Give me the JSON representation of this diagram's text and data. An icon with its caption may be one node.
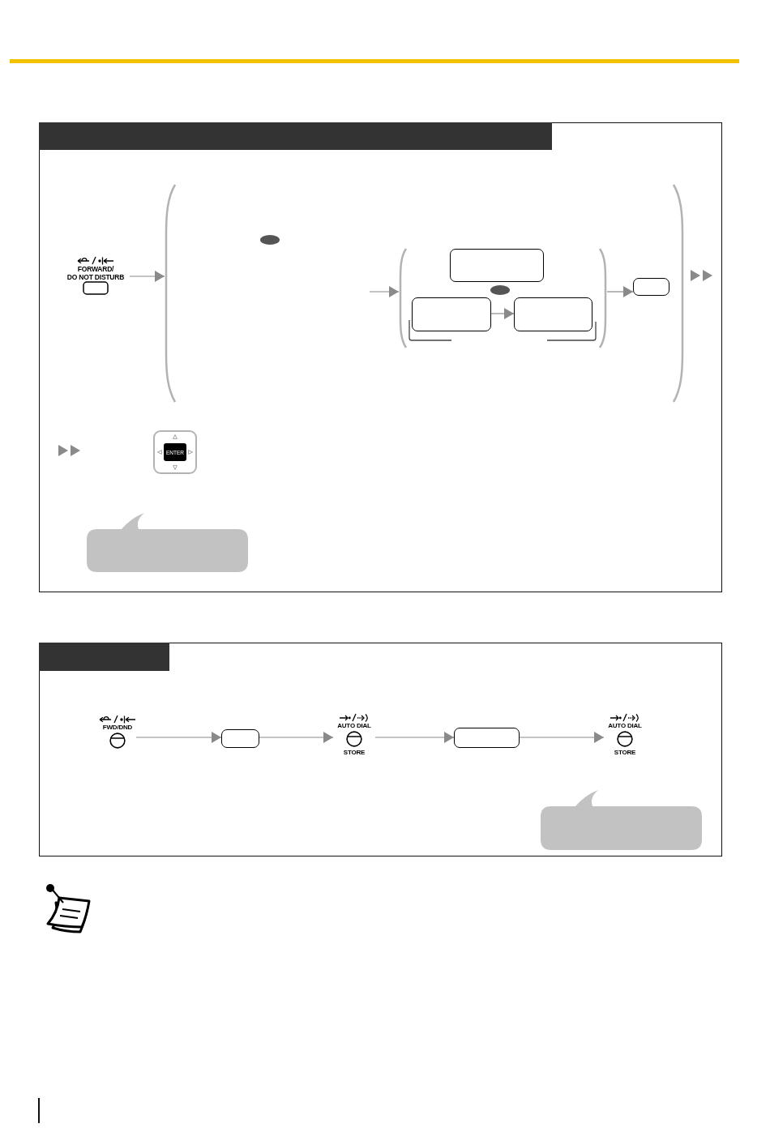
{
  "diagram": {
    "nodes": [
      {
        "text": [
          "FORWARD/ DO NOT DISTURB"
        ]
      },
      {
        "text": [],
        "shape": "bracket"
      },
      {
        "text": [],
        "shape": "bracket",
        "in": 1
      },
      {
        "text": [],
        "shape": "box",
        "in": 2
      },
      {
        "text": [],
        "shape": "box",
        "in": 2
      },
      {
        "text": [],
        "shape": "box",
        "in": 2
      },
      {
        "text": [],
        "shape": "box",
        "in": 1
      },
      {
        "text": [
          "ENTER"
        ]
      },
      {
        "text": [],
        "shape": "callout"
      },
      {
        "text": [
          "FWD/DND"
        ]
      },
      {
        "text": [],
        "shape": "box"
      },
      {
        "text": [
          "AUTO DIAL",
          "STORE"
        ]
      },
      {
        "text": [],
        "shape": "box"
      },
      {
        "text": [
          "AUTO DIAL",
          "STORE"
        ]
      },
      {
        "text": [],
        "shape": "callout"
      }
    ],
    "edges": [
      {
        "from": 0,
        "to": 1,
        "arrow": "to"
      },
      {
        "from": null,
        "to": 2,
        "arrow": "to"
      },
      {
        "from": 4,
        "to": 5,
        "arrow": "to"
      },
      {
        "from": 2,
        "to": 6,
        "arrow": "to"
      },
      {
        "from": 9,
        "to": 10,
        "arrow": "to"
      },
      {
        "from": 10,
        "to": 11,
        "arrow": "to"
      },
      {
        "from": 11,
        "to": 12,
        "arrow": "to"
      },
      {
        "from": 12,
        "to": 13,
        "arrow": "to"
      }
    ]
  }
}
